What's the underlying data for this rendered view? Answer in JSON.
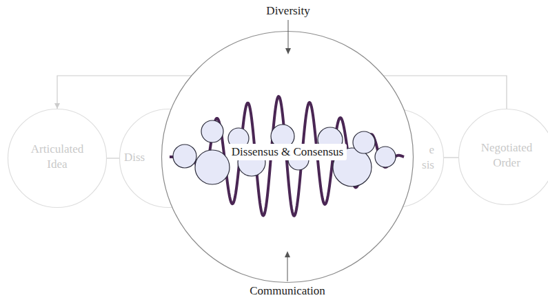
{
  "diagram": {
    "nodes": [
      {
        "text": [
          "Articulated Idea"
        ]
      },
      {
        "text": [
          "Diss"
        ]
      },
      {
        "text": [
          "Dissensus & Consensus"
        ]
      },
      {
        "text": [
          "e sis"
        ]
      },
      {
        "text": [
          "Negotiated Order"
        ]
      }
    ],
    "edges": [
      {
        "from": 0,
        "to": 1,
        "arrow": "none"
      },
      {
        "from": 3,
        "to": 4,
        "arrow": "none"
      },
      {
        "from": 4,
        "to": 0,
        "arrow": "to"
      }
    ],
    "labels": [
      "Diversity",
      "Communication"
    ]
  }
}
